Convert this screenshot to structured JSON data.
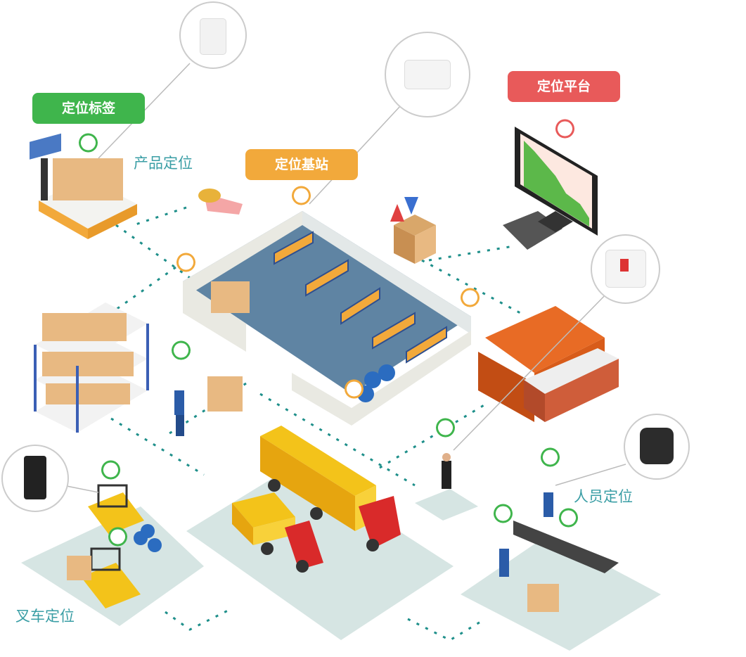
{
  "badges": {
    "tag": {
      "text": "定位标签",
      "color": "#3fb54c"
    },
    "base_station": {
      "text": "定位基站",
      "color": "#f2a93b"
    },
    "platform": {
      "text": "定位平台",
      "color": "#e85a5a"
    }
  },
  "labels": {
    "product": "产品定位",
    "personnel": "人员定位",
    "forklift": "叉车定位"
  },
  "colors": {
    "pin_green": "#3fb54c",
    "pin_orange": "#f2a93b",
    "pin_red": "#e85a5a",
    "dash": "#1e8f8a",
    "floor": "#d6e5e3"
  }
}
